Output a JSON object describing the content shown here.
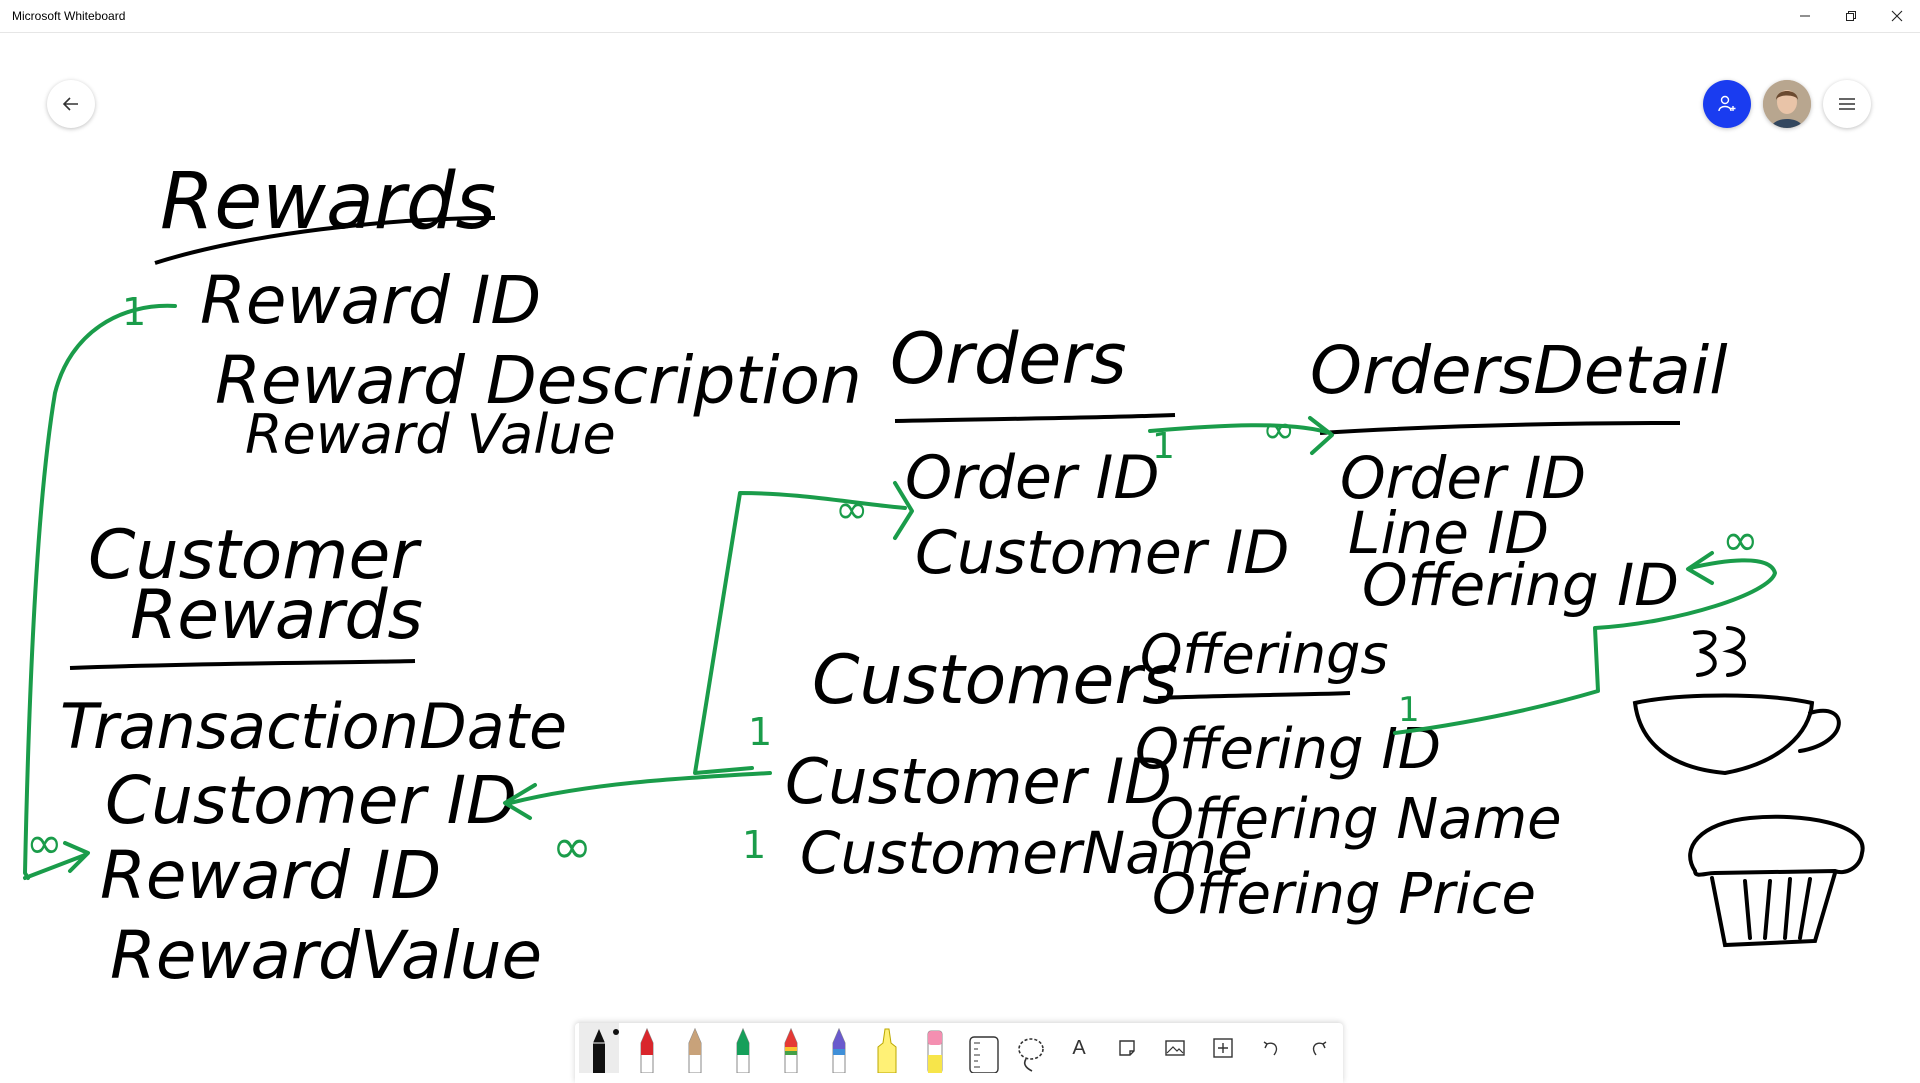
{
  "window": {
    "title": "Microsoft Whiteboard",
    "controls": [
      "minimize-icon",
      "restore-icon",
      "close-icon"
    ]
  },
  "header": {
    "back_icon": "arrow-left-icon",
    "invite_icon": "person-add-icon",
    "avatar": "user-avatar",
    "menu_icon": "hamburger-menu-icon",
    "accent": "#1a3cf0"
  },
  "whiteboard": {
    "rewards": {
      "title": "Rewards",
      "fields": [
        "Reward ID",
        "Reward Description",
        "Reward Value"
      ]
    },
    "customer_rewards": {
      "title_line1": "Customer",
      "title_line2": "Rewards",
      "fields": [
        "TransactionDate",
        "Customer ID",
        "Reward ID",
        "RewardValue"
      ]
    },
    "orders": {
      "title": "Orders",
      "fields": [
        "Order ID",
        "Customer ID"
      ]
    },
    "orders_detail": {
      "title": "OrdersDetail",
      "fields": [
        "Order ID",
        "Line ID",
        "Offering ID"
      ]
    },
    "customers": {
      "title": "Customers",
      "fields": [
        "Customer ID",
        "CustomerName"
      ]
    },
    "offerings": {
      "title": "Offerings",
      "fields": [
        "Offering ID",
        "Offering Name",
        "Offering Price"
      ]
    },
    "relationship_marks": {
      "one": "1",
      "many": "∞"
    },
    "ink_colors": {
      "text": "#000000",
      "relations": "#1a9c4a"
    }
  },
  "toolbar": {
    "tools": [
      "black-pen-icon",
      "red-pen-icon",
      "tan-pen-icon",
      "green-pen-icon",
      "rainbow-pen-icon",
      "galaxy-pen-icon",
      "highlighter-icon",
      "eraser-icon",
      "ruler-icon",
      "lasso-icon",
      "text-icon",
      "note-icon",
      "image-icon",
      "add-icon",
      "undo-icon",
      "redo-icon"
    ],
    "text_tool_label": "A"
  }
}
